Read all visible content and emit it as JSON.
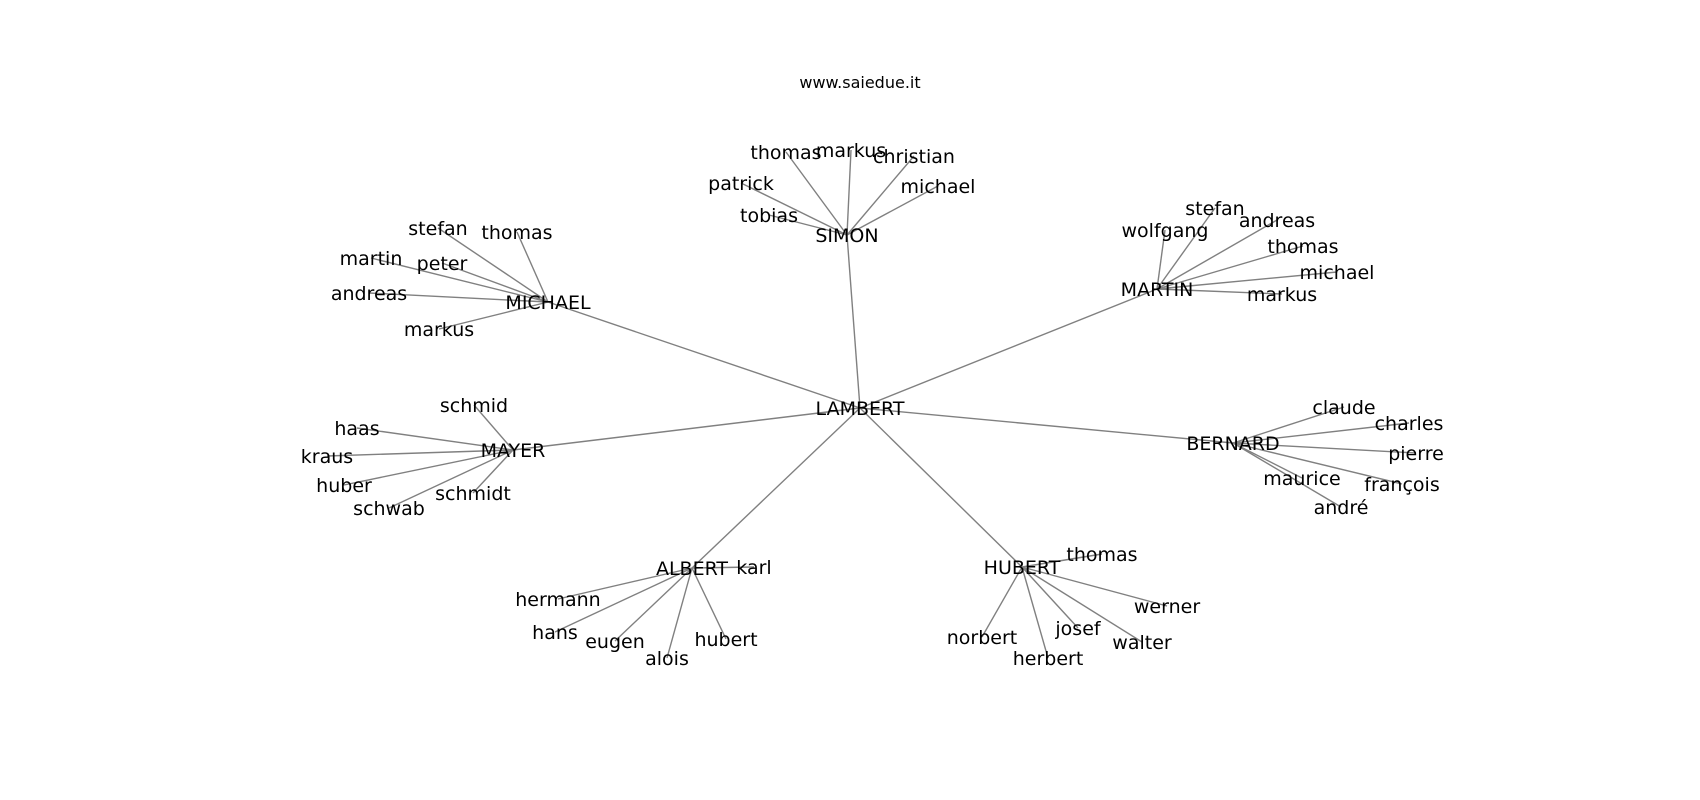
{
  "credit": "www.saiedue.it",
  "graph": {
    "root": "LAMBERT",
    "groups": [
      {
        "hub": "SIMON",
        "leaves": [
          "thomas",
          "markus",
          "christian",
          "patrick",
          "michael",
          "tobias"
        ]
      },
      {
        "hub": "MICHAEL",
        "leaves": [
          "stefan",
          "thomas",
          "martin",
          "peter",
          "andreas",
          "markus"
        ]
      },
      {
        "hub": "MARTIN",
        "leaves": [
          "stefan",
          "andreas",
          "wolfgang",
          "thomas",
          "michael",
          "markus"
        ]
      },
      {
        "hub": "MAYER",
        "leaves": [
          "schmid",
          "haas",
          "kraus",
          "huber",
          "schmidt",
          "schwab"
        ]
      },
      {
        "hub": "BERNARD",
        "leaves": [
          "claude",
          "charles",
          "pierre",
          "maurice",
          "françois",
          "andré"
        ]
      },
      {
        "hub": "ALBERT",
        "leaves": [
          "karl",
          "hermann",
          "hans",
          "eugen",
          "hubert",
          "alois"
        ]
      },
      {
        "hub": "HUBERT",
        "leaves": [
          "thomas",
          "werner",
          "josef",
          "norbert",
          "walter",
          "herbert"
        ]
      }
    ]
  }
}
